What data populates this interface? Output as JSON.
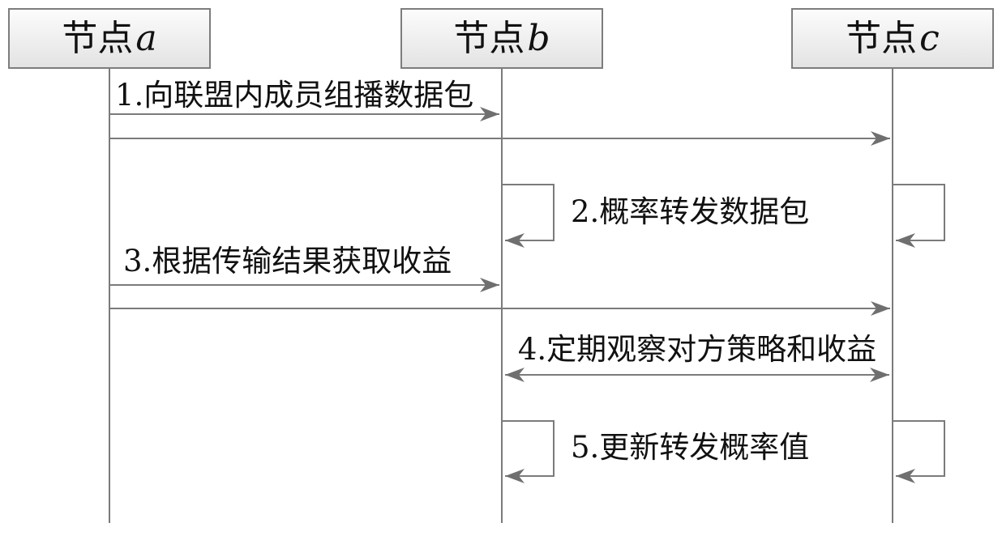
{
  "diagram": {
    "type": "sequence-diagram",
    "actors": [
      {
        "id": "a",
        "name": "节点",
        "letter": "a"
      },
      {
        "id": "b",
        "name": "节点",
        "letter": "b"
      },
      {
        "id": "c",
        "name": "节点",
        "letter": "c"
      }
    ],
    "messages": [
      {
        "num": "1",
        "text": "1.向联盟内成员组播数据包",
        "kind": "solid-arrow",
        "from": "节点a",
        "to": [
          "节点b",
          "节点c"
        ]
      },
      {
        "num": "2",
        "text": "2.概率转发数据包",
        "kind": "self-loop",
        "on": [
          "节点b",
          "节点c"
        ]
      },
      {
        "num": "3",
        "text": "3.根据传输结果获取收益",
        "kind": "solid-arrow",
        "from": "节点a",
        "to": [
          "节点b",
          "节点c"
        ]
      },
      {
        "num": "4",
        "text": "4.定期观察对方策略和收益",
        "kind": "double-arrow",
        "between": [
          "节点b",
          "节点c"
        ]
      },
      {
        "num": "5",
        "text": "5.更新转发概率值",
        "kind": "self-loop",
        "on": [
          "节点b",
          "节点c"
        ]
      }
    ],
    "colors": {
      "background": "#ffffff",
      "line": "#7b7b7b",
      "arrow": "#6f6f6f",
      "box_border": "#7d7d7d",
      "box_fill_top": "#fcfcfc",
      "box_fill_bottom": "#e3e3e3",
      "text": "#111111"
    }
  }
}
